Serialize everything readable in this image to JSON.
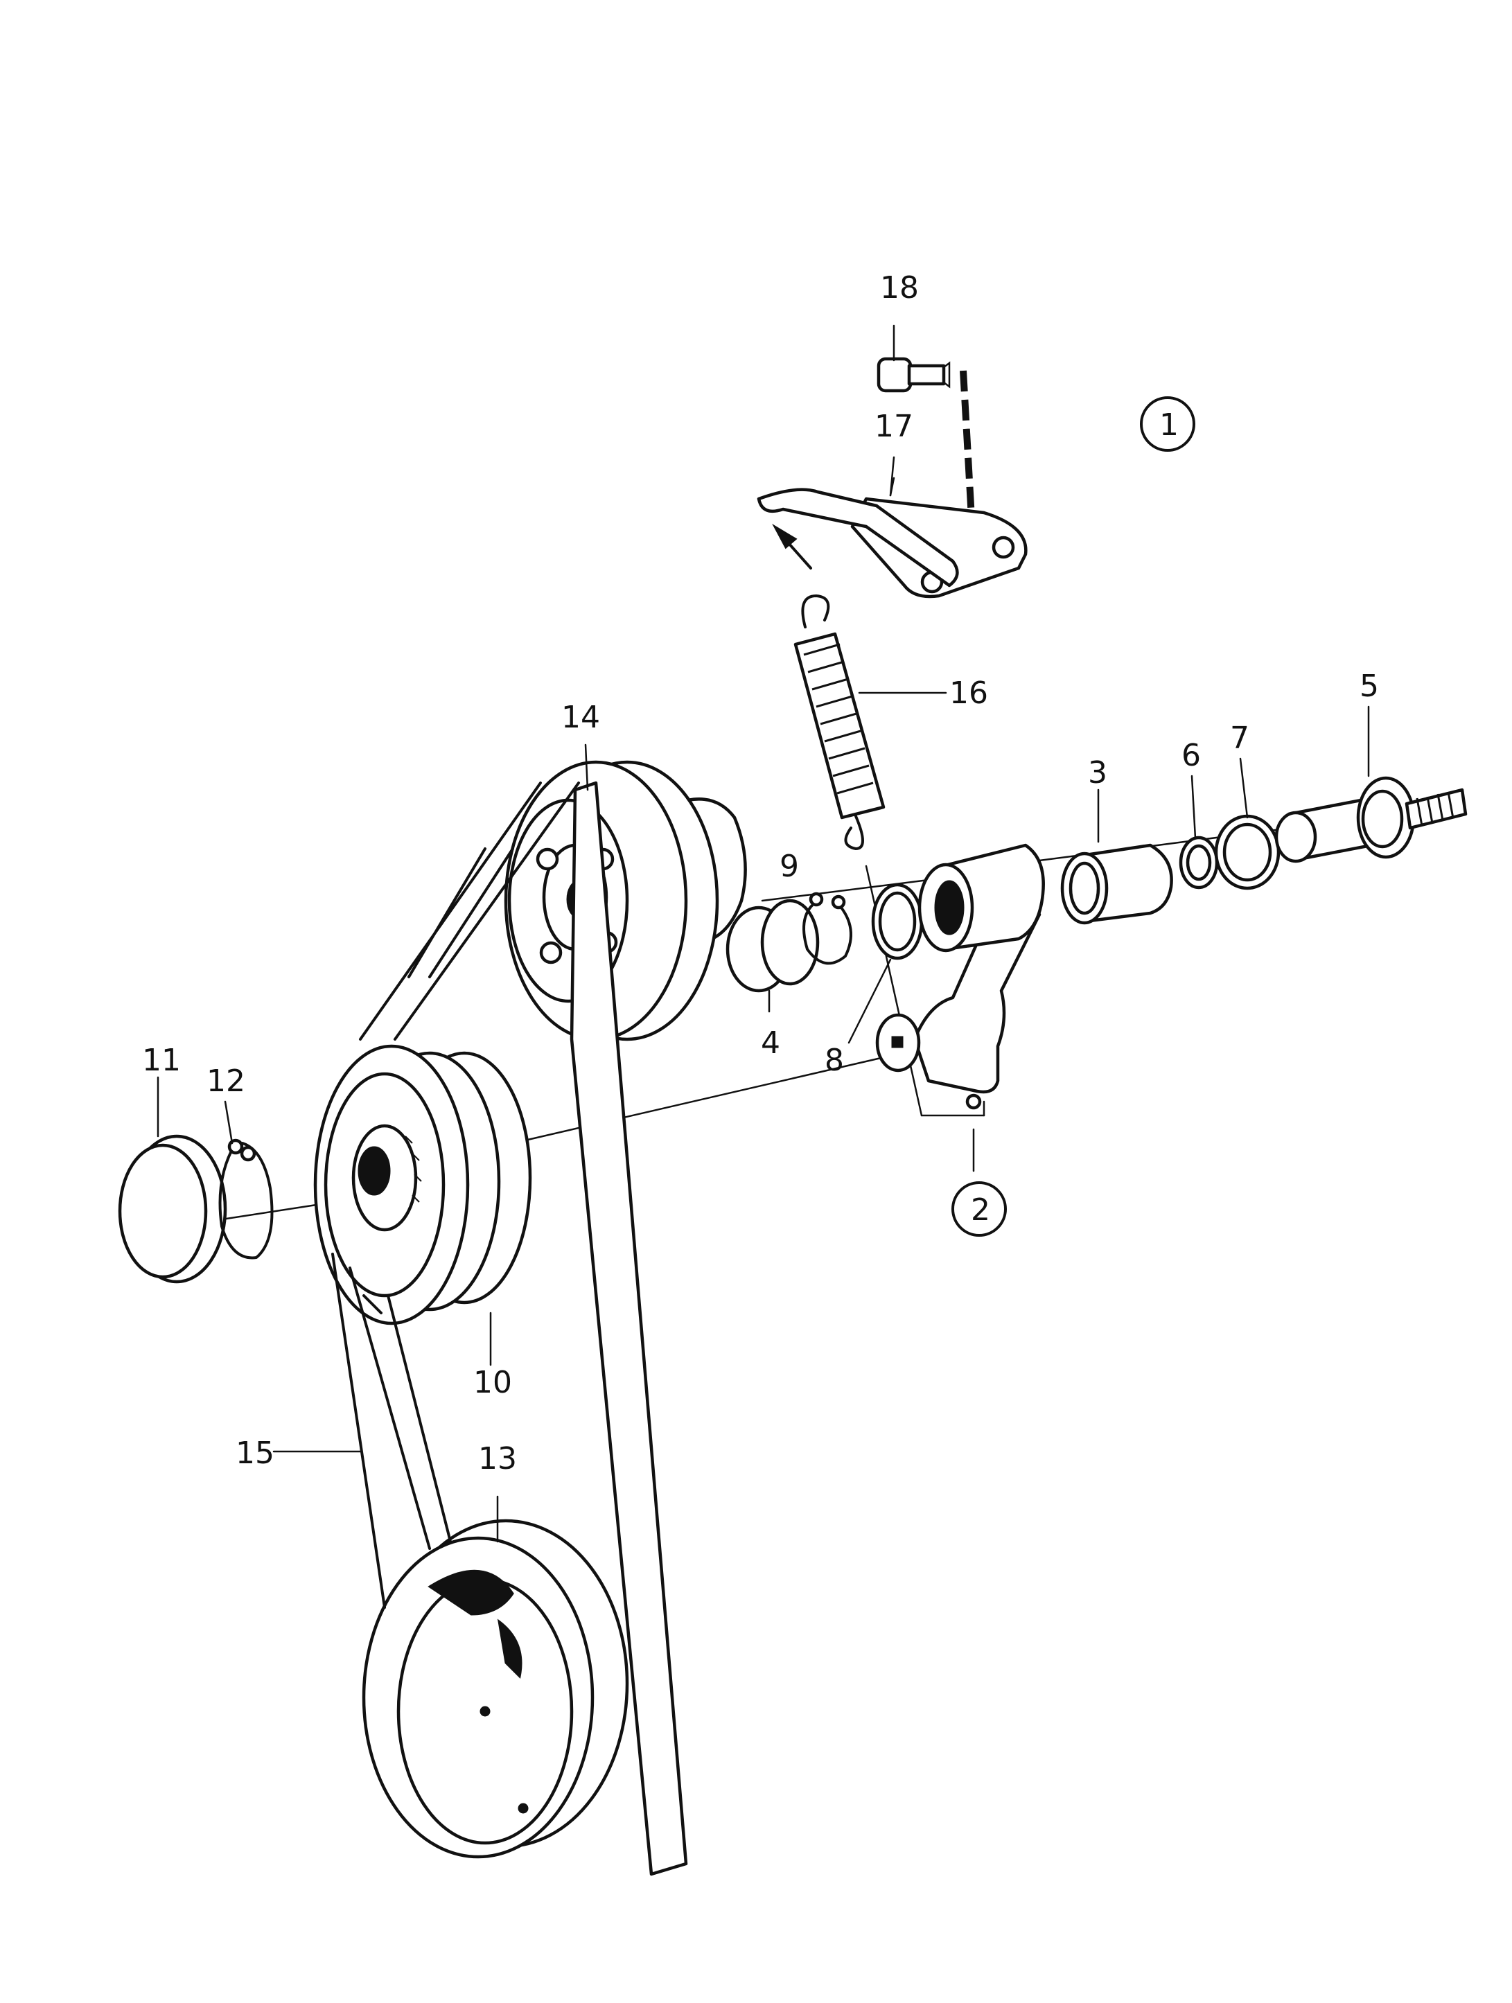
{
  "callouts": [
    {
      "id": "c18",
      "text": "18"
    },
    {
      "id": "c17",
      "text": "17"
    },
    {
      "id": "c16",
      "text": "16"
    },
    {
      "id": "c14",
      "text": "14"
    },
    {
      "id": "c9",
      "text": "9"
    },
    {
      "id": "c8",
      "text": "8"
    },
    {
      "id": "c4",
      "text": "4"
    },
    {
      "id": "c3",
      "text": "3"
    },
    {
      "id": "c6",
      "text": "6"
    },
    {
      "id": "c7",
      "text": "7"
    },
    {
      "id": "c5",
      "text": "5"
    },
    {
      "id": "c11",
      "text": "11"
    },
    {
      "id": "c12",
      "text": "12"
    },
    {
      "id": "c10",
      "text": "10"
    },
    {
      "id": "c15",
      "text": "15"
    },
    {
      "id": "c13",
      "text": "13"
    }
  ],
  "circled": [
    {
      "id": "g1",
      "text": "1"
    },
    {
      "id": "g2",
      "text": "2"
    }
  ]
}
